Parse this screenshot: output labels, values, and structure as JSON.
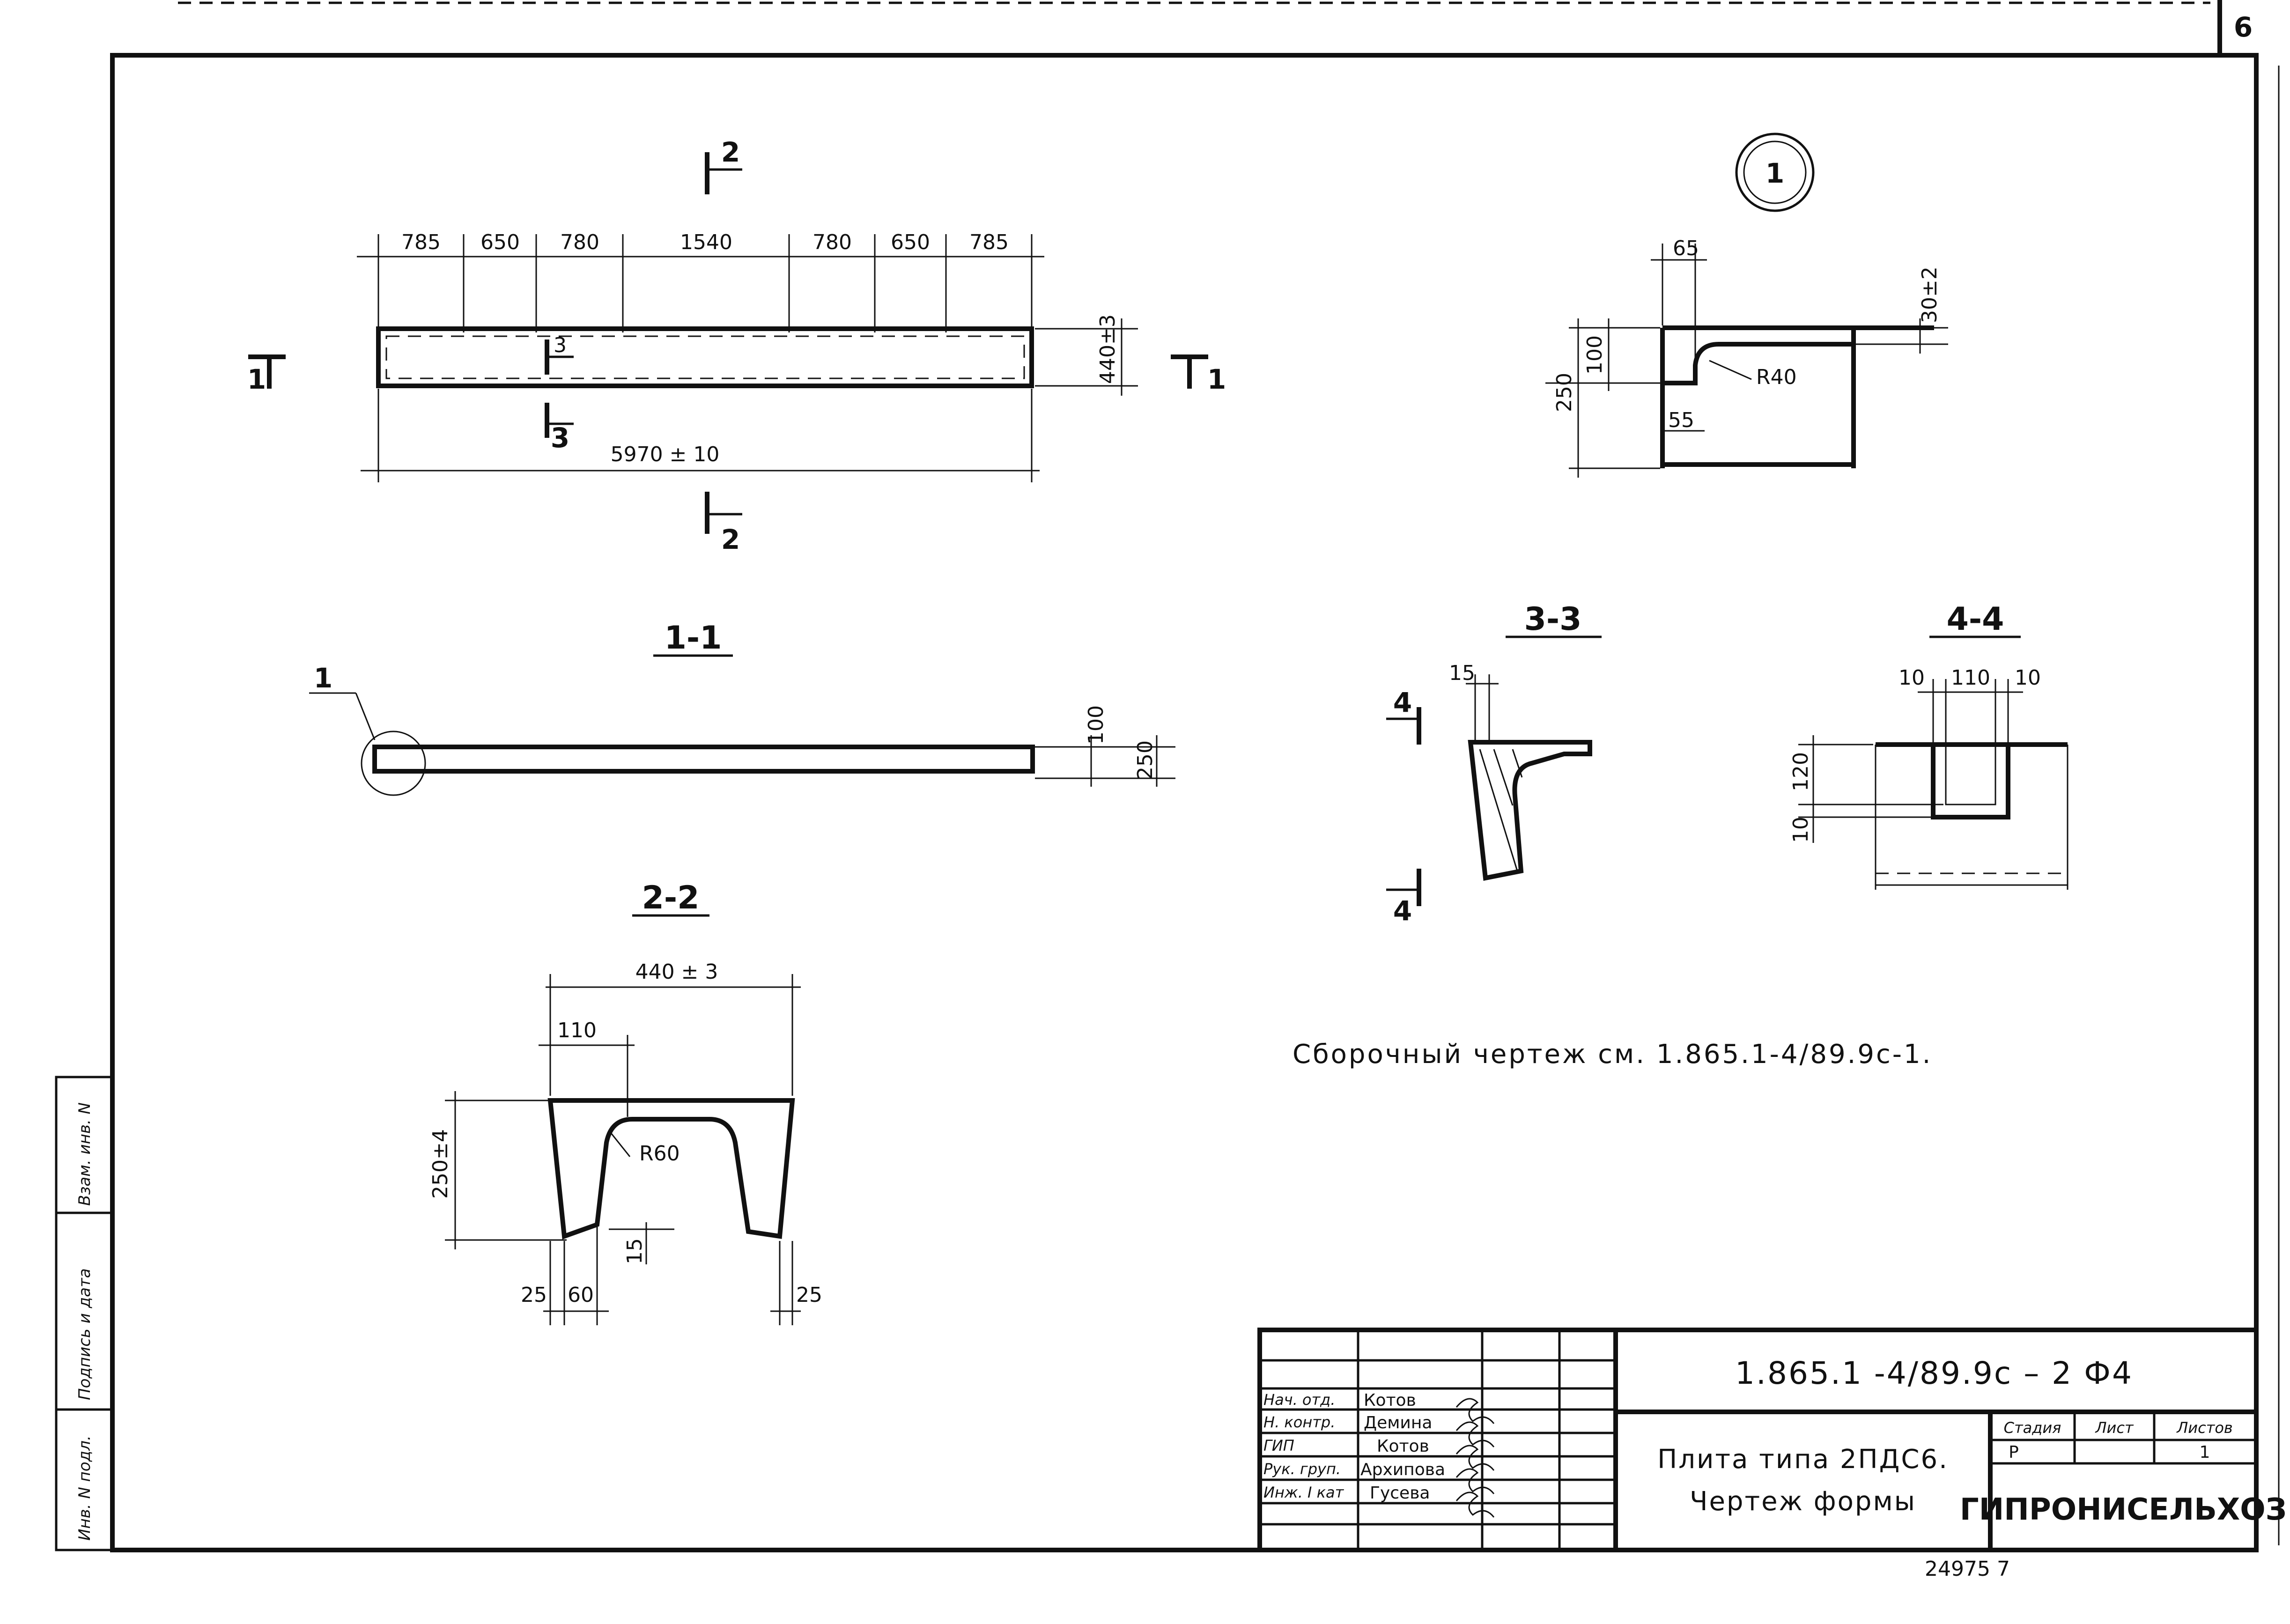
{
  "sheet_number": "6",
  "inventory_number": "24975 7",
  "plan_view": {
    "dims_top": [
      "785",
      "650",
      "780",
      "1540",
      "780",
      "650",
      "785"
    ],
    "total_length": "5970 ± 10",
    "width": "440±3",
    "section_marks": {
      "s1_left": "1",
      "s1_right": "1",
      "s2_top": "2",
      "s2_bottom": "2",
      "s3_top": "3",
      "s3_bottom": "3"
    }
  },
  "section_1_1": {
    "title": "1-1",
    "callout": "1",
    "dims": [
      "100",
      "250"
    ]
  },
  "section_2_2": {
    "title": "2-2",
    "width": "440 ± 3",
    "d110": "110",
    "height": "250±4",
    "radius": "R60",
    "d15": "15",
    "d25_left": "25",
    "d60": "60",
    "d25_right": "25"
  },
  "detail_1": {
    "label": "1",
    "d65": "65",
    "d30": "30±2",
    "d100": "100",
    "d250": "250",
    "radius": "R40",
    "d55": "55"
  },
  "section_3_3": {
    "title": "3-3",
    "d15": "15",
    "mark_top": "4",
    "mark_bottom": "4"
  },
  "section_4_4": {
    "title": "4-4",
    "dims_top": [
      "10",
      "110",
      "10"
    ],
    "d120": "120",
    "d10": "10"
  },
  "assembly_note": "Сборочный чертеж см. 1.865.1-4/89.9с-1.",
  "title_block": {
    "document_code": "1.865.1 -4/89.9с – 2 Ф4",
    "title_line1": "Плита типа 2ПДС6.",
    "title_line2": "Чертеж формы",
    "stage_header": "Стадия",
    "sheet_header": "Лист",
    "sheets_header": "Листов",
    "stage_value": "Р",
    "sheets_value": "1",
    "organization": "ГИПРОНИСЕЛЬХОЗ",
    "roles": [
      {
        "role": "Нач. отд.",
        "name": "Котов"
      },
      {
        "role": "Н. контр.",
        "name": "Демина"
      },
      {
        "role": "ГИП",
        "name": "Котов"
      },
      {
        "role": "Рук. груп.",
        "name": "Архипова"
      },
      {
        "role": "Инж. I кат",
        "name": "Гусева"
      }
    ]
  },
  "side_stamp": {
    "inv_podl": "Инв. N подл.",
    "podpis_data": "Подпись и дата",
    "vzam_inv": "Взам. инв. N"
  }
}
